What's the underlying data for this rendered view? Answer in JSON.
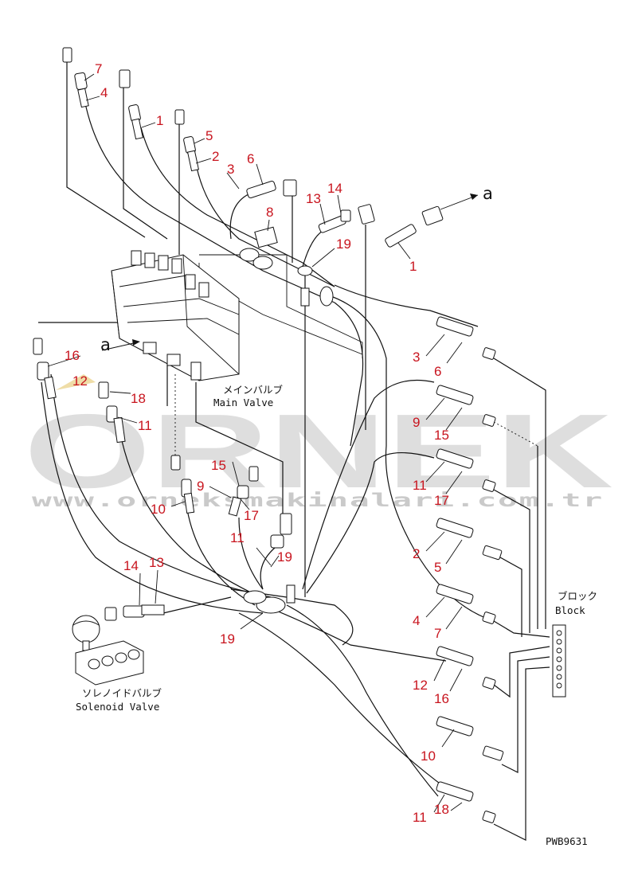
{
  "labels": {
    "main_valve_jp": "メインバルブ",
    "main_valve_en": "Main Valve",
    "solenoid_valve_jp": "ソレノイドバルブ",
    "solenoid_valve_en": "Solenoid Valve",
    "block_jp": "ブロック",
    "block_en": "Block",
    "figure_code": "PWB9631",
    "arrow_ref": "a"
  },
  "watermark": {
    "brand": "ORNEK",
    "url": "www.orneksmakinalari.com.tr"
  },
  "callouts": {
    "top_left_7": "7",
    "top_left_4": "4",
    "top_1": "1",
    "top_5": "5",
    "top_2": "2",
    "top_3": "3",
    "top_6": "6",
    "top_8": "8",
    "top_13": "13",
    "top_14": "14",
    "top_19": "19",
    "top_right_1": "1",
    "left_16": "16",
    "left_12": "12",
    "left_18": "18",
    "left_11": "11",
    "mid_15": "15",
    "mid_9": "9",
    "mid_10": "10",
    "mid_17": "17",
    "mid_11": "11",
    "mid_19": "19",
    "low_14": "14",
    "low_13": "13",
    "low_19": "19",
    "r1_3": "3",
    "r1_6": "6",
    "r2_9": "9",
    "r2_15": "15",
    "r3_11": "11",
    "r3_17": "17",
    "r4_2": "2",
    "r4_5": "5",
    "r5_4": "4",
    "r5_7": "7",
    "r6_12": "12",
    "r6_16": "16",
    "r7_10": "10",
    "r8_11": "11",
    "r8_18": "18"
  },
  "colors": {
    "callout": "#c8141e",
    "line": "#111111",
    "watermark": "#9a9a9a"
  }
}
